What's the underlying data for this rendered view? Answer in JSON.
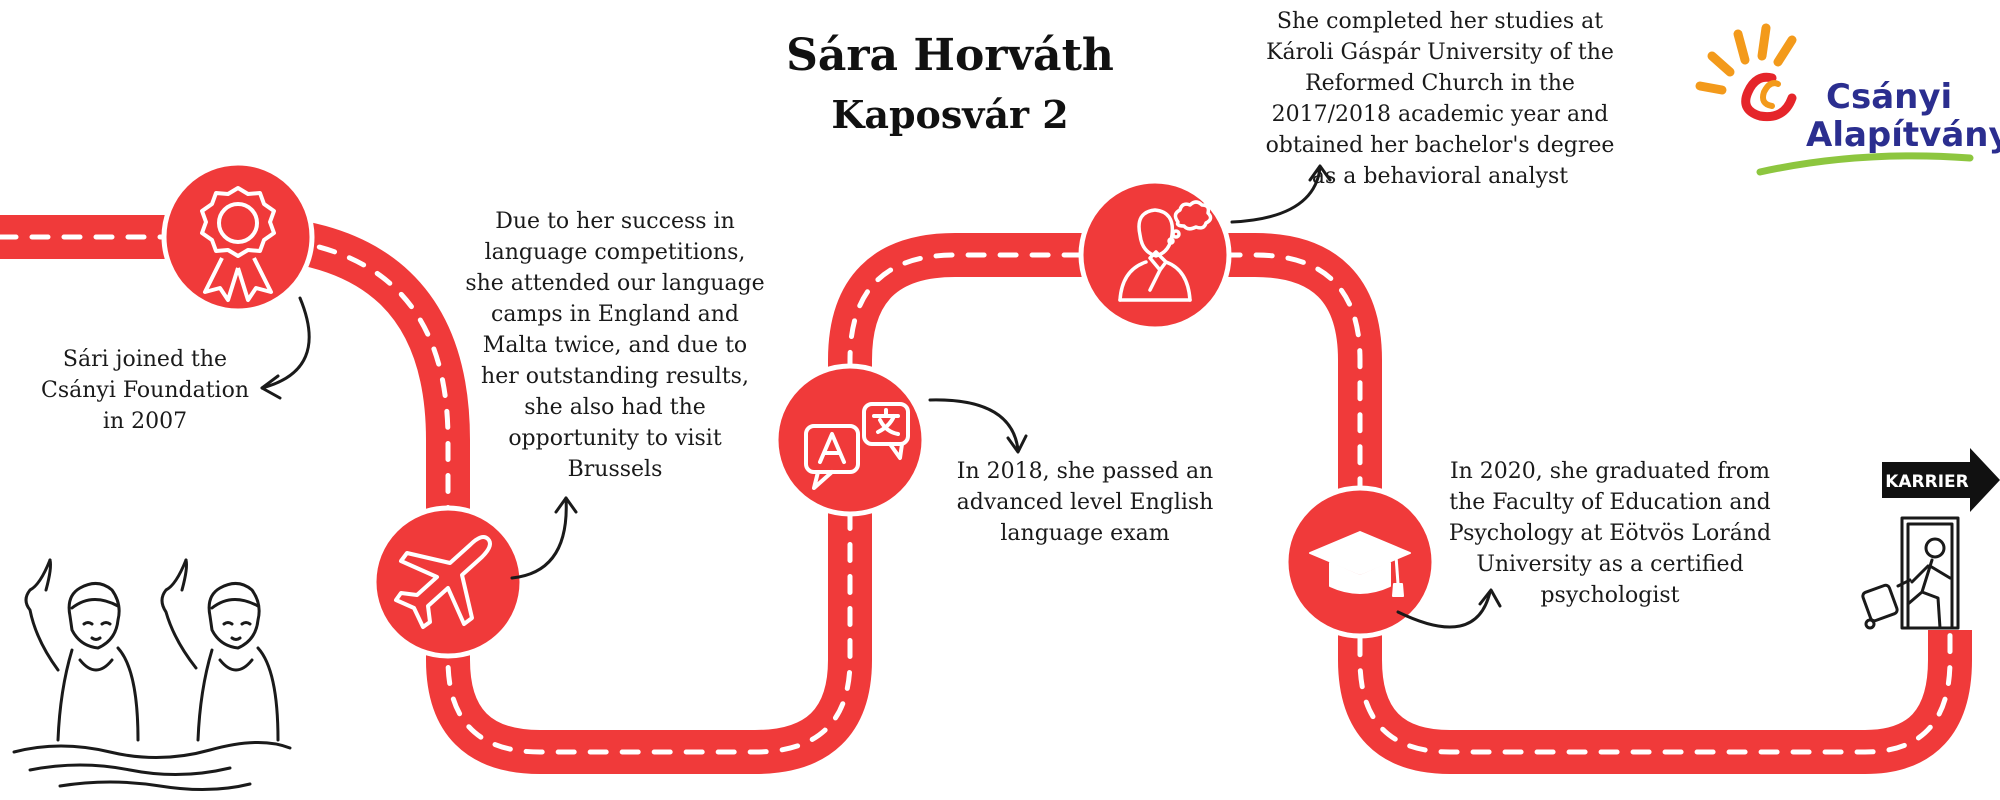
{
  "header": {
    "name": "Sára Horváth",
    "location": "Kaposvár 2"
  },
  "logo": {
    "line1": "Csányi",
    "line2": "Alapítvány"
  },
  "milestones": [
    {
      "icon": "award-ribbon-icon",
      "text": "Sári joined the\nCsányi Foundation\nin 2007"
    },
    {
      "icon": "airplane-icon",
      "text": "Due to her success in\nlanguage competitions,\nshe attended our language\ncamps in England and\nMalta twice, and due to\nher outstanding results,\nshe also had the\nopportunity to visit\nBrussels"
    },
    {
      "icon": "translate-bubbles-icon",
      "text": "In 2018, she passed an\nadvanced level English\nlanguage exam"
    },
    {
      "icon": "thinking-person-icon",
      "text": "She completed her studies at\nKároli Gáspár University of the\nReformed Church in the\n2017/2018 academic year and\nobtained her bachelor's degree\nas a behavioral analyst"
    },
    {
      "icon": "graduation-cap-icon",
      "text": "In 2020, she graduated from\nthe Faculty of Education and\nPsychology at Eötvös Loránd\nUniversity as a certified\npsychologist"
    }
  ],
  "end_sign": {
    "label": "KARRIER",
    "icon": "exit-door-icon"
  },
  "colors": {
    "road": "#f03a3a",
    "dash": "#ffffff",
    "ink": "#1a1a1a",
    "logo_blue": "#2b2e8f",
    "logo_orange": "#f39a1b",
    "logo_green": "#8dc63f"
  }
}
